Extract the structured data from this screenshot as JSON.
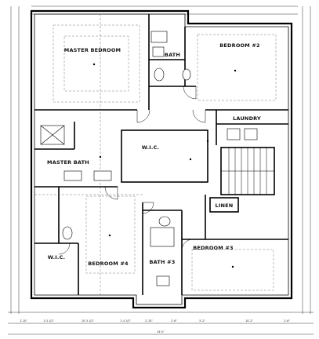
{
  "rooms": {
    "master_bedroom": "MASTER BEDROOM",
    "bedroom2": "BEDROOM #2",
    "bath_top": "BATH",
    "laundry": "LAUNDRY",
    "wic_center": "W.I.C.",
    "master_bath": "MASTER BATH",
    "linen": "LINEN",
    "wic_lower": "W.I.C.",
    "bedroom4": "BEDROOM #4",
    "bedroom3": "BEDROOM #3",
    "bath3": "BATH #3"
  },
  "dimensions": {
    "bottom_row": [
      "2'-10\"",
      "1'-5 1/2\"",
      "10'-5 1/2\"",
      "1'-4 1/2\"",
      "2'-10\"",
      "2'-6\"",
      "5'-2\"",
      "10'-2\"",
      "2'-6\""
    ],
    "bottom_total": "34'-0\""
  }
}
